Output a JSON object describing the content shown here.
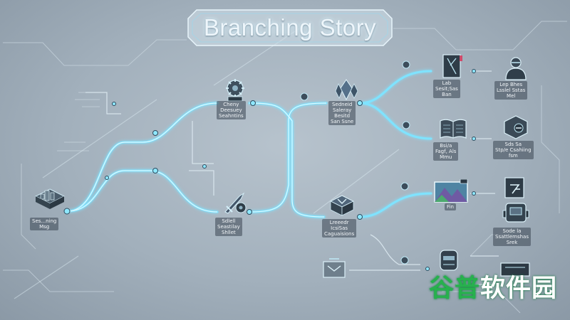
{
  "title": "Branching Story",
  "watermark": {
    "part1": "谷普",
    "part2": "软件园"
  },
  "nodes": [
    {
      "id": "start",
      "label": "Ses...ning\nMsg",
      "icon": "city-icon"
    },
    {
      "id": "upper-a",
      "label": "Cheny\nDeesuey\nSeahntins",
      "icon": "gear-icon"
    },
    {
      "id": "lower-a",
      "label": "Sdlell\nSeastilay\nShllet",
      "icon": "sword-icon"
    },
    {
      "id": "upper-b",
      "label": "Sedneid\nSaleray\nBesitd\nSan Ssne",
      "icon": "crystal-icon"
    },
    {
      "id": "lower-b",
      "label": "Lreeedr\nIcsiSas\nCaguaisions",
      "icon": "chest-icon"
    },
    {
      "id": "door",
      "label": "Lab\nSesit;Sas\nBan",
      "icon": "door-icon"
    },
    {
      "id": "book",
      "label": "Bsi/a\nFagf, Als\nMmu",
      "icon": "book-icon"
    },
    {
      "id": "knight",
      "label": "Lep Bhes\nLsslel Sstas\nMel",
      "icon": "knight-icon"
    },
    {
      "id": "box",
      "label": "Sds Sa\nStp/e Csahiing\nfsm",
      "icon": "box-icon"
    },
    {
      "id": "landscape",
      "label": "Fin",
      "icon": "landscape-icon"
    },
    {
      "id": "note",
      "label": "",
      "icon": "note-icon"
    },
    {
      "id": "machine",
      "label": "Sode la\nSsattlemshas\nSrek",
      "icon": "machine-icon"
    },
    {
      "id": "helmet",
      "label": "",
      "icon": "helmet-icon"
    },
    {
      "id": "cart",
      "label": "",
      "icon": "cart-icon"
    },
    {
      "id": "console",
      "label": "",
      "icon": "console-icon"
    }
  ]
}
